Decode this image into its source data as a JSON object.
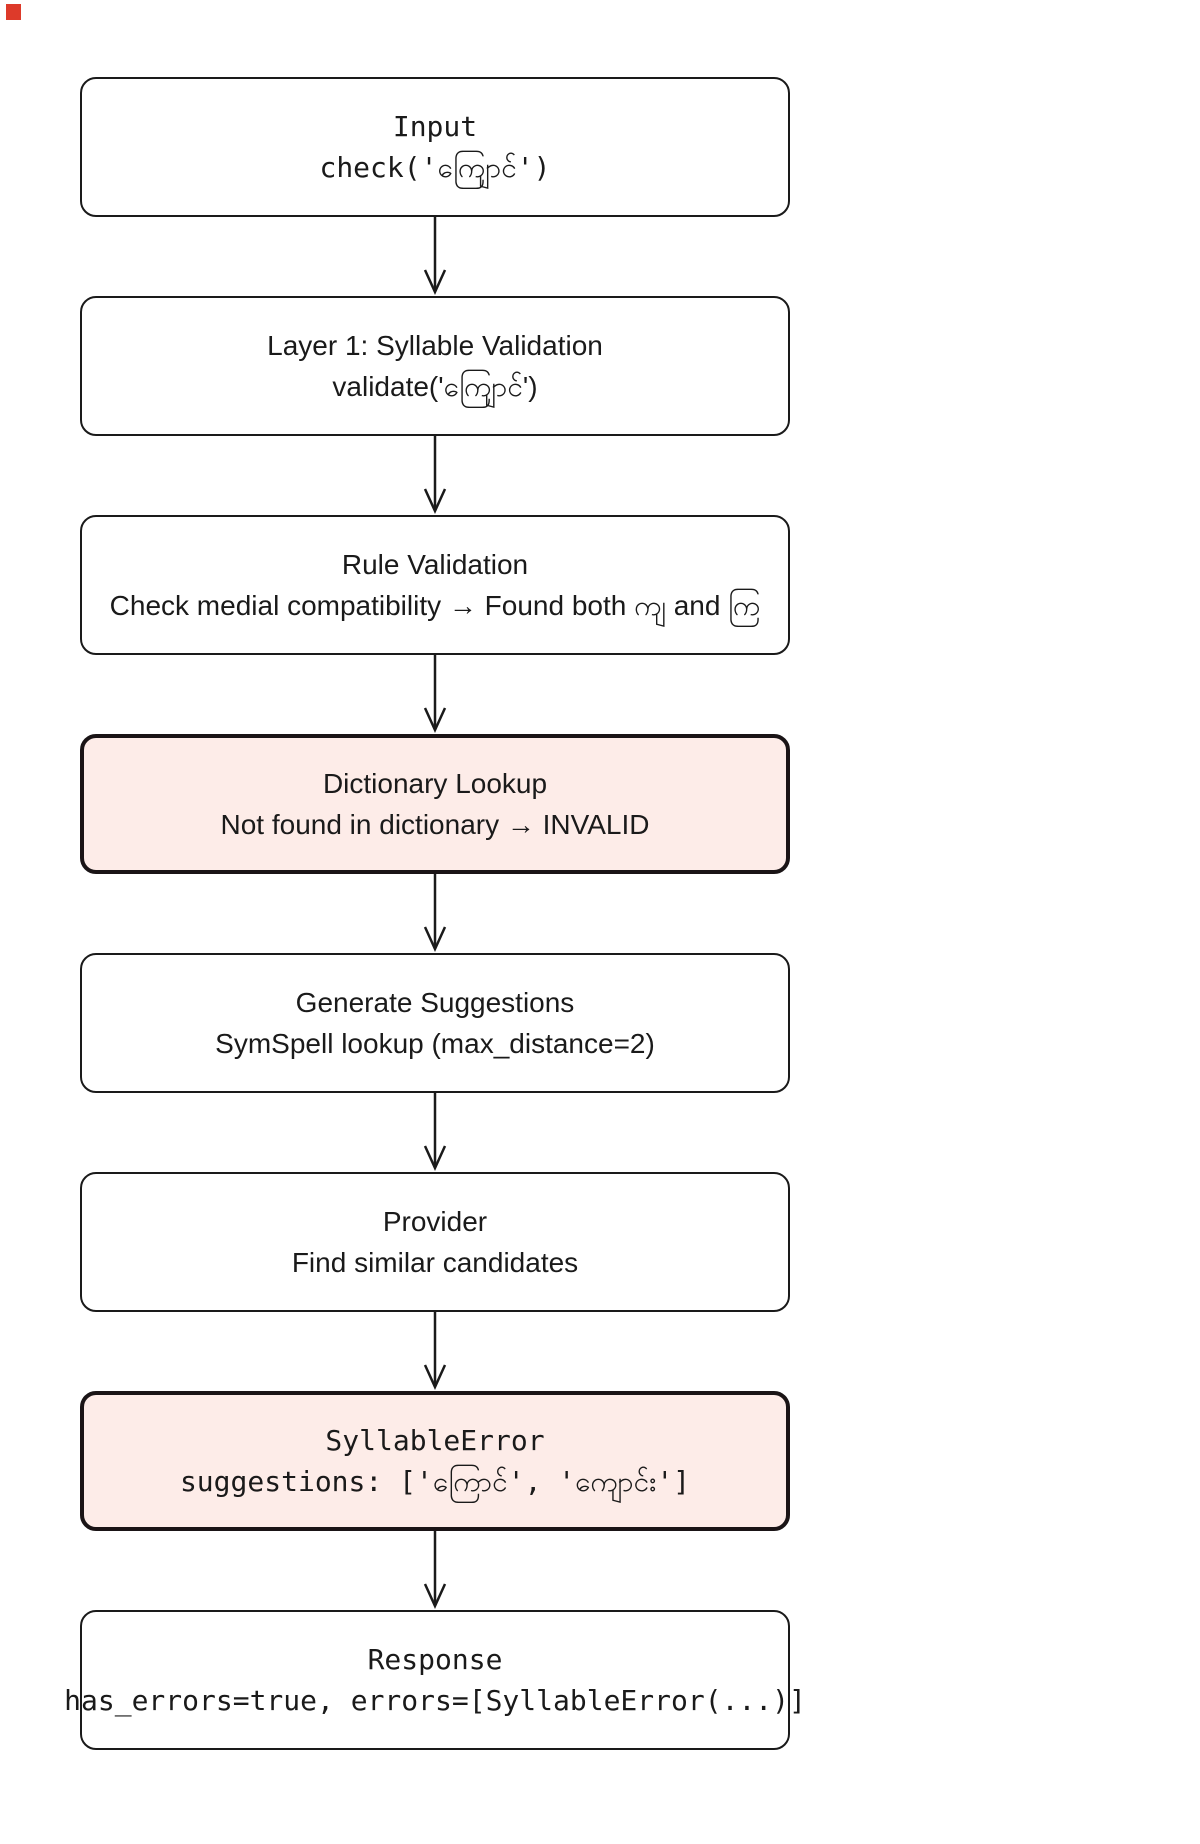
{
  "colors": {
    "node_fill": "#ffffff",
    "node_border": "#1a1a1a",
    "error_fill": "#fdece8",
    "error_border": "#1a1416",
    "text": "#1a1a1a",
    "arrow": "#1a1a1a",
    "corner_marker": "#dd3a2a"
  },
  "diagram": {
    "type": "flowchart-top-down",
    "nodes": [
      {
        "id": "input",
        "title": "Input",
        "subtitle": "check('ကျြောင်')",
        "style": "default",
        "font": "mono"
      },
      {
        "id": "layer1",
        "title": "Layer 1: Syllable Validation",
        "subtitle": "validate('ကျြောင်')",
        "style": "default",
        "font": "sans"
      },
      {
        "id": "rule",
        "title": "Rule Validation",
        "subtitle": "Check medial compatibility → Found both ကျ and ကြ",
        "style": "default",
        "font": "sans"
      },
      {
        "id": "dictionary",
        "title": "Dictionary Lookup",
        "subtitle": "Not found in dictionary → INVALID",
        "style": "error",
        "font": "sans"
      },
      {
        "id": "suggestions",
        "title": "Generate Suggestions",
        "subtitle": "SymSpell lookup (max_distance=2)",
        "style": "default",
        "font": "sans"
      },
      {
        "id": "provider",
        "title": "Provider",
        "subtitle": "Find similar candidates",
        "style": "default",
        "font": "sans"
      },
      {
        "id": "syllable-error",
        "title": "SyllableError",
        "subtitle": "suggestions: ['ကြောင်', 'ကျောင်း']",
        "style": "error",
        "font": "mono"
      },
      {
        "id": "response",
        "title": "Response",
        "subtitle": "has_errors=true, errors=[SyllableError(...)]",
        "style": "default",
        "font": "mono"
      }
    ],
    "edges": [
      {
        "from": "input",
        "to": "layer1"
      },
      {
        "from": "layer1",
        "to": "rule"
      },
      {
        "from": "rule",
        "to": "dictionary"
      },
      {
        "from": "dictionary",
        "to": "suggestions"
      },
      {
        "from": "suggestions",
        "to": "provider"
      },
      {
        "from": "provider",
        "to": "syllable-error"
      },
      {
        "from": "syllable-error",
        "to": "response"
      }
    ]
  }
}
